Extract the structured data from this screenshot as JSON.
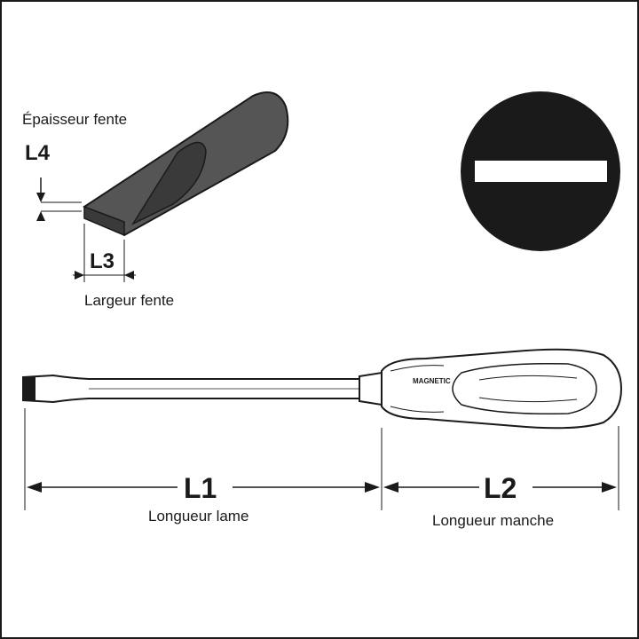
{
  "labels": {
    "l4": "L4",
    "l4_caption": "Épaisseur fente",
    "l3": "L3",
    "l3_caption": "Largeur fente",
    "l1": "L1",
    "l1_caption": "Longueur lame",
    "l2": "L2",
    "l2_caption": "Longueur manche",
    "handle_brand": "MAGNETIC"
  },
  "icons": {
    "slot_symbol": "slotted-tip-symbol-icon"
  },
  "colors": {
    "ink": "#1a1a1a",
    "tip_fill": "#555555",
    "tip_face": "#3a3a3a",
    "handle_fill": "#ffffff"
  }
}
